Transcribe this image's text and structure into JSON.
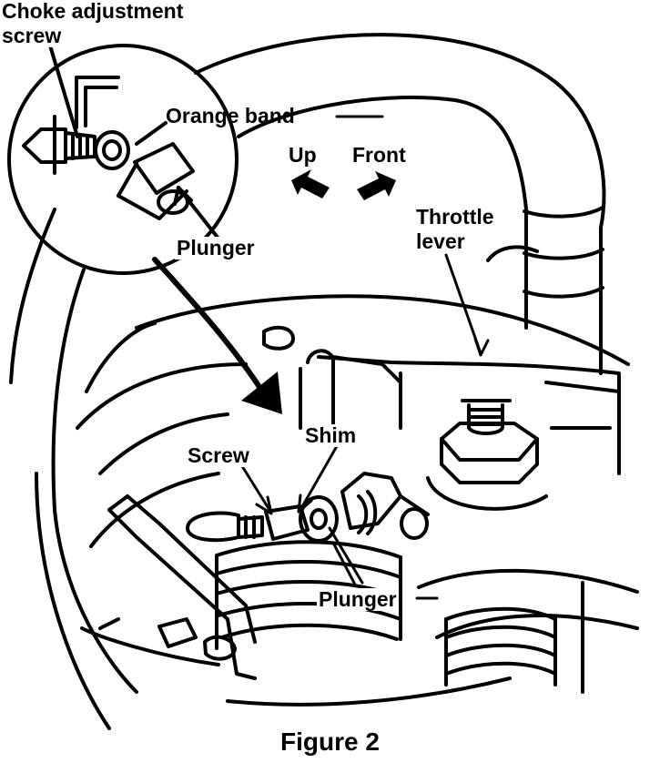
{
  "labels": {
    "choke_line1": "Choke adjustment",
    "choke_line2": "screw",
    "orange_band": "Orange band",
    "up": "Up",
    "front": "Front",
    "throttle_line1": "Throttle",
    "throttle_line2": "lever",
    "plunger_inset": "Plunger",
    "shim": "Shim",
    "screw": "Screw",
    "plunger_main": "Plunger"
  },
  "caption": "Figure 2",
  "colors": {
    "ink": "#000000",
    "paper": "#ffffff"
  }
}
